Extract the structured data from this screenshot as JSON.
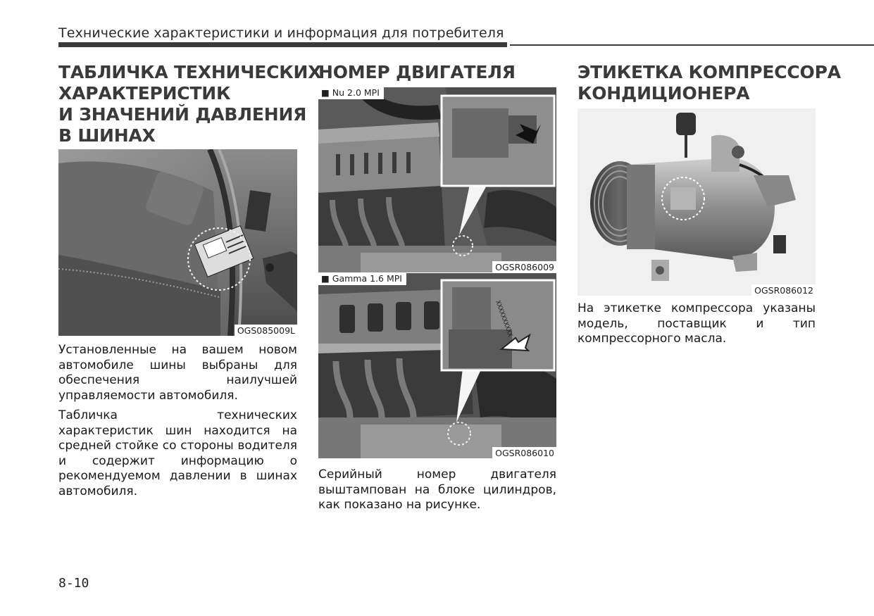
{
  "header": {
    "title": "Технические характеристики и информация для потребителя"
  },
  "col1": {
    "heading": [
      "ТАБЛИЧКА ТЕХНИЧЕСКИХ",
      "ХАРАКТЕРИСТИК",
      "И ЗНАЧЕНИЙ ДАВЛЕНИЯ",
      "В ШИНАХ"
    ],
    "figure_code": "OGS085009L",
    "para1": "Установленные на вашем новом автомобиле шины выбраны для обеспечения наилучшей управляемости автомобиля.",
    "para2": "Табличка технических характеристик шин находится на средней стойке со стороны водителя и содержит информацию о рекомендуемом давлении в шинах автомобиля."
  },
  "col2": {
    "heading": "НОМЕР ДВИГАТЕЛЯ",
    "fig1_tag": "■ Nu 2.0 MPI",
    "fig1_code": "OGSR086009",
    "fig2_tag": "■ Gamma 1.6 MPI",
    "fig2_code": "OGSR086010",
    "para": "Серийный номер двигателя выштампован на блоке цилиндров, как показано на рисунке."
  },
  "col3": {
    "heading": [
      "ЭТИКЕТКА КОМПРЕССОРА",
      "КОНДИЦИОНЕРА"
    ],
    "figure_code": "OGSR086012",
    "para": "На этикетке компрессора указаны модель, поставщик и тип компрессорного масла."
  },
  "page_number": "8-10"
}
